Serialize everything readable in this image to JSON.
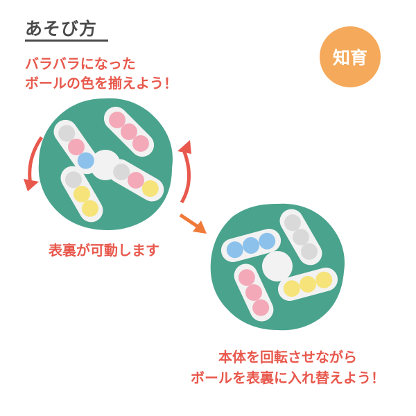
{
  "title": "あそび方",
  "badge": "知育",
  "intro": {
    "line1": "バラバラになった",
    "line2": "ボールの色を揃えよう！"
  },
  "caption_flip": "表裏が可動します",
  "caption_rotate": {
    "line1": "本体を回転させながら",
    "line2": "ボールを表裏に入れ替えよう！"
  },
  "colors": {
    "accent": "#e8584c",
    "badge": "#f5a95b",
    "toy_body": "#4aa38d",
    "ball_blue": "#8cc1ec",
    "ball_pink": "#f3a9b8",
    "ball_yellow": "#f6e37a",
    "ball_gray": "#d9d9d9"
  }
}
